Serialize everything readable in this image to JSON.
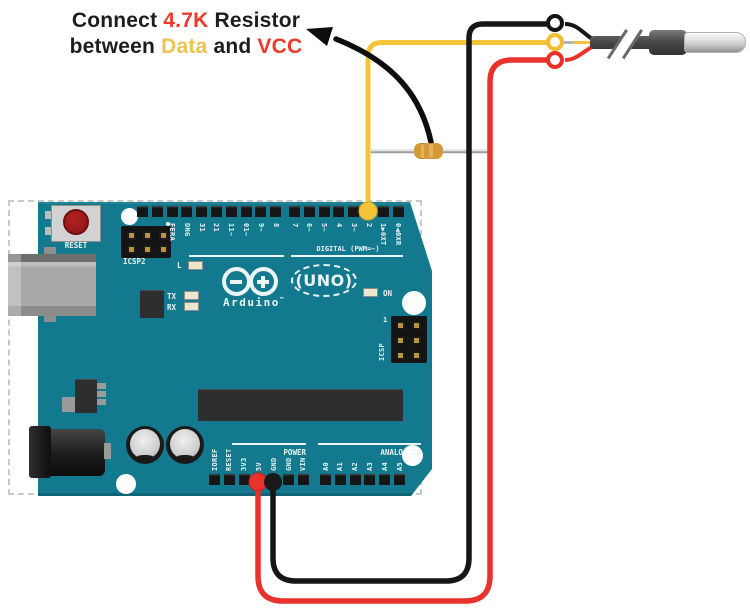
{
  "annotation": {
    "w1": "Connect ",
    "v1": "4.7K",
    "w2": " Resistor",
    "w3": "between ",
    "v2": "Data",
    "w4": " and ",
    "v3": "VCC"
  },
  "board": {
    "reset_label": "RESET",
    "icsp2_label": "ICSP2",
    "icsp_label": "ICSP",
    "icsp_pin1": "1",
    "led_l_label": "L",
    "led_tx_label": "TX",
    "led_rx_label": "RX",
    "led_on_label": "ON",
    "logo_open": "(",
    "logo_text": "UNO",
    "logo_close": ")",
    "brand": "Arduino",
    "brand_tm": "™",
    "digital_heading": "DIGITAL (PWM=~)",
    "digital_left_labels": [
      "AREF",
      "GND",
      "13",
      "12",
      "~11",
      "~10",
      "~9",
      "8"
    ],
    "digital_right_labels": [
      "7",
      "~6",
      "~5",
      "4",
      "~3",
      "2",
      "TX0▶1",
      "RX0◀0"
    ],
    "power_heading": "POWER",
    "power_labels": [
      "IOREF",
      "RESET",
      "3V3",
      "5V",
      "GND",
      "GND",
      "VIN"
    ],
    "analog_heading": "ANALOG IN",
    "analog_labels": [
      "A0",
      "A1",
      "A2",
      "A3",
      "A4",
      "A5"
    ]
  },
  "wires": {
    "data_color": "#f3c437",
    "power_color": "#e8322b",
    "ground_color": "#161616"
  },
  "resistor": {
    "value_label": "4.7K"
  },
  "colors": {
    "board": "#12798e",
    "silk": "#e9f4f5",
    "annotation_red": "#ee3a2e",
    "annotation_yellow": "#ecc258",
    "text_dark": "#1d1d1d"
  }
}
